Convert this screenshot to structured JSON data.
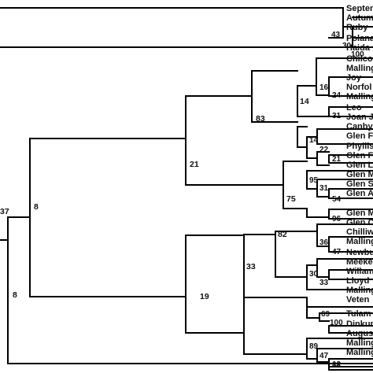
{
  "colors": {
    "branch": "#000000",
    "text": "#111111",
    "background": "#ffffff"
  },
  "leaves": [
    "Septem",
    "Autum",
    "Ruby",
    "Polana",
    "Haida",
    "Chilco",
    "Malling",
    "Joy",
    "Norfol",
    "Malling",
    "Leo",
    "Joan J",
    "Canby",
    "Glen F",
    "Phyllis",
    "Glen F",
    "Glen L",
    "Glen M",
    "Glen S",
    "Glen A",
    "Glen M",
    "Glen C",
    "Chilliw",
    "Malling",
    "Newbu",
    "Meeke",
    "Willam",
    "Lloyd",
    "Malling",
    "Veten",
    "Tulam",
    "Dinkun",
    "August",
    "Malling",
    "Malling"
  ],
  "support": {
    "n37": "37",
    "n43": "43",
    "n30a": "30",
    "n100a": "100",
    "n8a": "8",
    "n8b": "8",
    "n21": "21",
    "n83": "83",
    "n14a": "14",
    "n16": "16",
    "n24": "24",
    "n31a": "31",
    "n14b": "14",
    "n22": "22",
    "n21b": "21",
    "n75": "75",
    "n95": "95",
    "n31b": "31",
    "n54": "54",
    "n96": "96",
    "n19": "19",
    "n33a": "33",
    "n82": "82",
    "n36": "36",
    "n47a": "47",
    "n30b": "30",
    "n33b": "33",
    "n69": "69",
    "n100b": "100",
    "n89": "89",
    "n47b": "47",
    "n44": "44",
    "n12": "12"
  }
}
